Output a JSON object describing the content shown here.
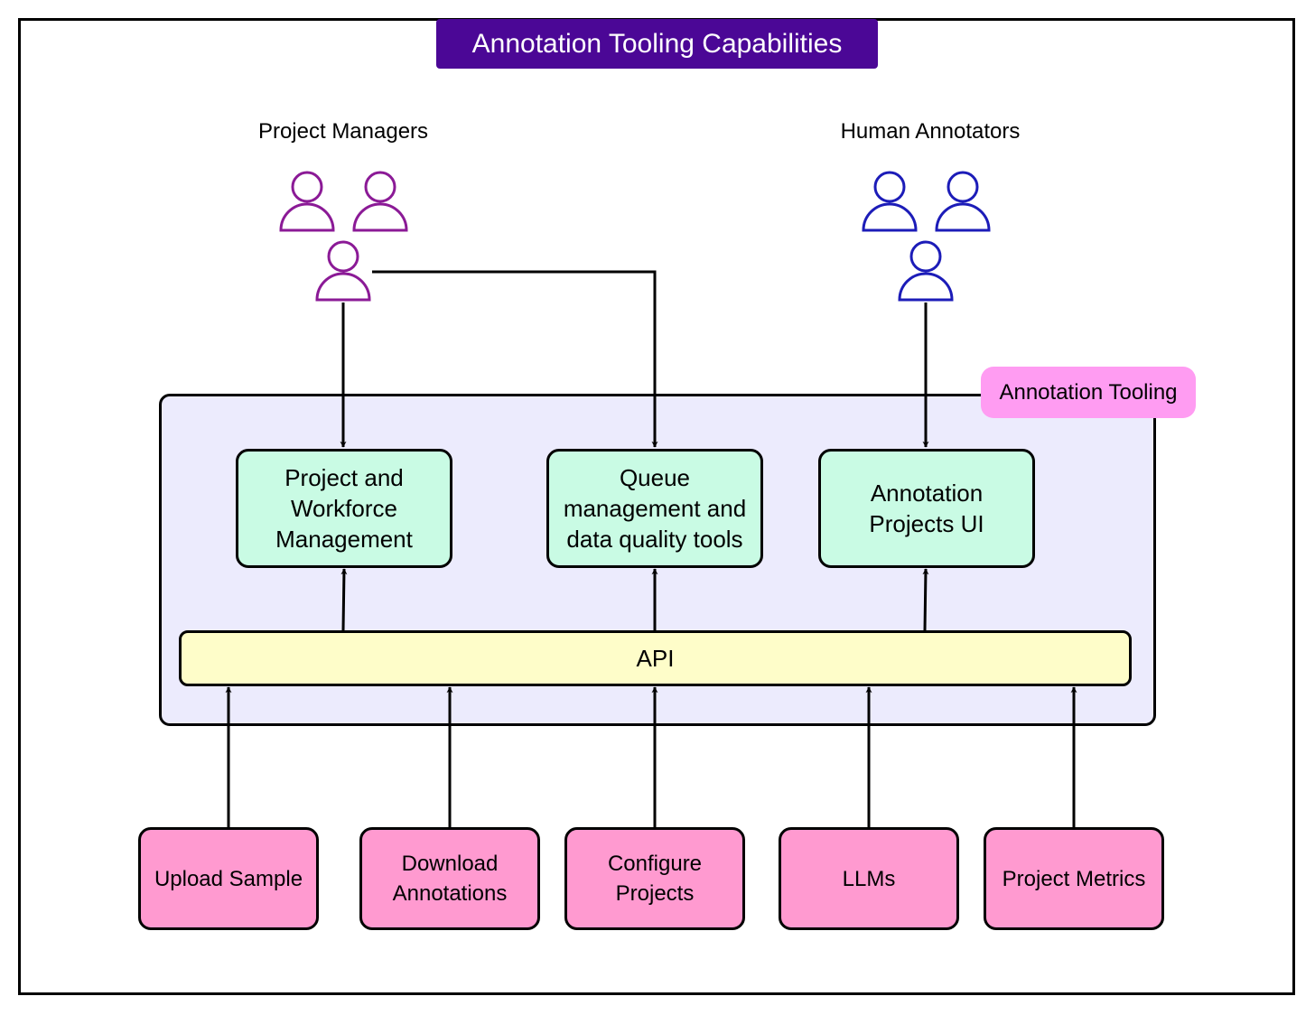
{
  "title": "Annotation Tooling Capabilities",
  "groups": {
    "managers": {
      "label": "Project Managers",
      "icon": "person-icon",
      "color": "#8b1a96"
    },
    "annotators": {
      "label": "Human Annotators",
      "icon": "person-icon",
      "color": "#1c1cb8"
    }
  },
  "container": {
    "label": "Annotation Tooling"
  },
  "modules": [
    {
      "lines": [
        "Project and",
        "Workforce",
        "Management"
      ]
    },
    {
      "lines": [
        "Queue",
        "management and",
        "data quality tools"
      ]
    },
    {
      "lines": [
        "Annotation",
        "Projects UI"
      ]
    }
  ],
  "api": {
    "label": "API"
  },
  "sources": [
    {
      "lines": [
        "Upload Sample"
      ]
    },
    {
      "lines": [
        "Download",
        "Annotations"
      ]
    },
    {
      "lines": [
        "Configure",
        "Projects"
      ]
    },
    {
      "lines": [
        "LLMs"
      ]
    },
    {
      "lines": [
        "Project Metrics"
      ]
    }
  ],
  "colors": {
    "title_bg": "#4b0796",
    "container_bg": "#ecebfd",
    "container_tag_bg": "#ff9cf2",
    "module_bg": "#c9fbe4",
    "api_bg": "#fefdc9",
    "source_bg": "#ff9ad0"
  }
}
